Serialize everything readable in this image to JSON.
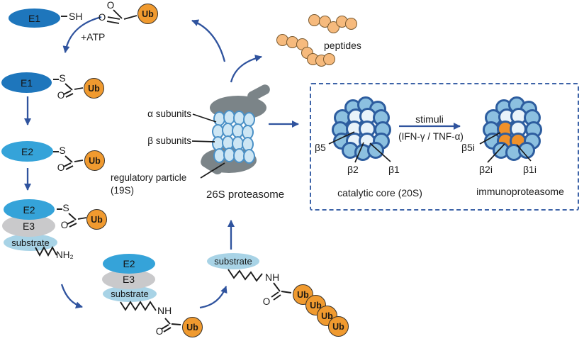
{
  "labels": {
    "e1": "E1",
    "e2": "E2",
    "e3": "E3",
    "substrate": "substrate",
    "ub": "Ub",
    "sh": "SH",
    "atp": "+ATP",
    "s": "S",
    "o": "O",
    "nh2": "NH₂",
    "nh": "NH"
  },
  "proteasome": {
    "alpha_subunits": "α subunits",
    "beta_subunits": "β subunits",
    "regulatory_particle": "regulatory particle",
    "regulatory_particle_sub": "(19S)",
    "name_26s": "26S proteasome",
    "peptides": "peptides"
  },
  "panel": {
    "catalytic_core": {
      "name": "catalytic core (20S)",
      "beta5": "β5",
      "beta2": "β2",
      "beta1": "β1"
    },
    "stimuli_line1": "stimuli",
    "stimuli_line2": "(IFN-γ / TNF-α)",
    "immunoproteasome": {
      "name": "immunoproteasome",
      "beta5i": "β5i",
      "beta2i": "β2i",
      "beta1i": "β1i"
    }
  },
  "colors": {
    "enzyme_dark_blue": "#1e76bc",
    "enzyme_medium_blue": "#35a3d9",
    "e3_gray": "#c9c9cb",
    "substrate_light_blue": "#a8d3e6",
    "ubiquitin_orange": "#f09a2f",
    "peptide_orange": "#f6ba7d",
    "arrow_blue": "#2f539e",
    "regulatory_cap_gray": "#7b8488",
    "barrel_subunit_fill": "#cde6f4",
    "barrel_subunit_outline": "#4a90c6",
    "cluster_outline_blue": "#2d5d9f",
    "cluster_medium_blue": "#8cc0e0",
    "cluster_pale_blue": "#e9f3fa",
    "immuno_subunit_orange": "#f0912a"
  }
}
